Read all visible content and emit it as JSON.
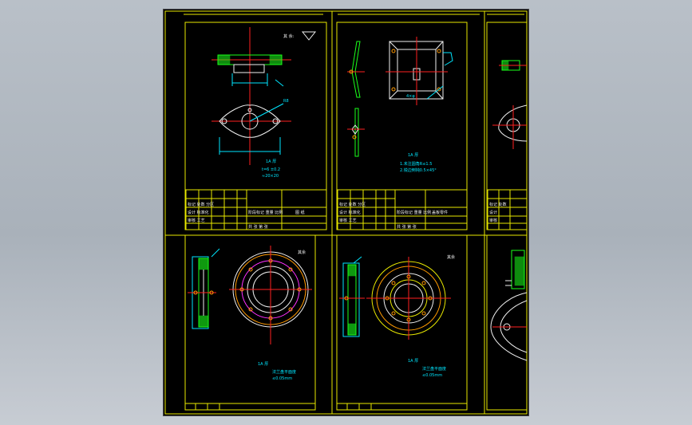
{
  "viewport": {
    "background": "#000000",
    "frame_color": "#e8e800"
  },
  "colors": {
    "border": "#e8e800",
    "center_line": "#ff2020",
    "part": "#1aff1a",
    "dimension": "#00e6ff",
    "hidden": "#ff30ff",
    "title_text": "#f0f0f0"
  },
  "sheets": [
    {
      "surface_mark": "其 余:",
      "notes": [
        "1A 厚",
        "t=6 ±0.2",
        "≈20×20"
      ],
      "title_block": {
        "name": "图 纸",
        "row1": "标记 处数 分区",
        "row2": "设计 标准化",
        "row3": "审核 工艺",
        "scale": "阶段标记 重量 比例",
        "sheet": "共 张 第 张"
      }
    },
    {
      "surface_mark": "",
      "notes": [
        "1A 厚",
        "1.未注圆角R≤1.5",
        "2.锐边倒钝0.5×45°"
      ],
      "title_block": {
        "name": "盖板零件",
        "row1": "标记 处数 分区",
        "row2": "设计 标准化",
        "row3": "审核 工艺",
        "scale": "阶段标记 重量 比例",
        "sheet": "共 张 第 张"
      }
    },
    {
      "surface_mark": "",
      "notes": [],
      "title_block": {
        "name": "",
        "row1": "标记 处数",
        "row2": "设计",
        "row3": "审核",
        "scale": "",
        "sheet": ""
      }
    },
    {
      "surface_mark": "其余",
      "notes": [
        "1A 厚",
        "法兰盘平面度",
        "≤0.05mm"
      ]
    },
    {
      "surface_mark": "其余",
      "notes": [
        "1A 厚",
        "法兰盘平面度",
        "≤0.05mm"
      ]
    }
  ]
}
